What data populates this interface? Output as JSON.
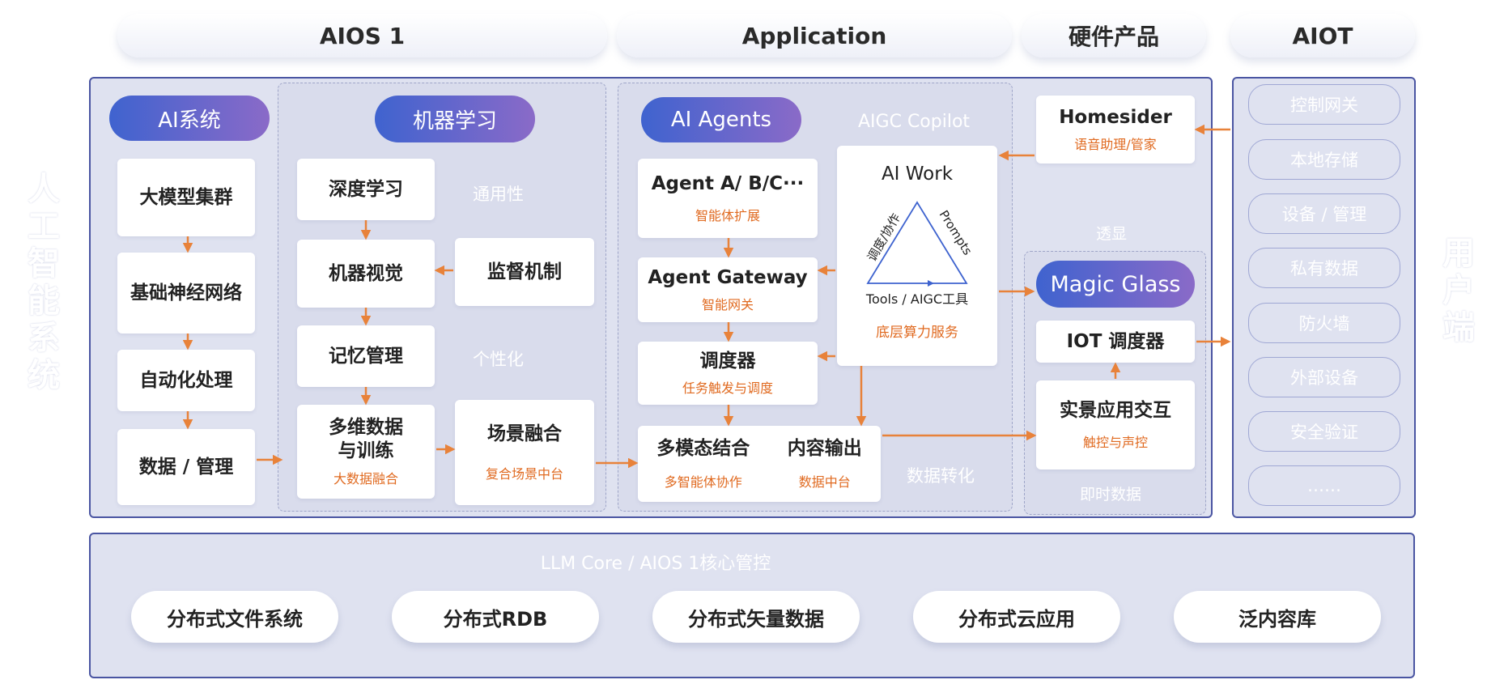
{
  "top": [
    "AIOS 1",
    "Application",
    "硬件产品",
    "AIOT"
  ],
  "side_left": "人工智能系统",
  "side_right": "用户端",
  "ai_system": {
    "title": "AI系统",
    "items": [
      "大模型集群",
      "基础神经网络",
      "自动化处理",
      "数据 / 管理"
    ]
  },
  "ml": {
    "title": "机器学习",
    "items": [
      "深度学习",
      "机器视觉",
      "记忆管理"
    ],
    "multi_title": "多维数据\n与训练",
    "multi_sub": "大数据融合",
    "supervise": "监督机制",
    "scene_title": "场景融合",
    "scene_sub": "复合场景中台",
    "label_general": "通用性",
    "label_personal": "个性化"
  },
  "agents": {
    "title": "AI Agents",
    "copilot": "AIGC Copilot",
    "agent_abc": "Agent A/ B/C···",
    "agent_abc_sub": "智能体扩展",
    "gateway": "Agent Gateway",
    "gateway_sub": "智能网关",
    "scheduler": "调度器",
    "scheduler_sub": "任务触发与调度",
    "multimodal": "多模态结合",
    "multimodal_sub": "多智能体协作",
    "output": "内容输出",
    "output_sub": "数据中台",
    "data_convert": "数据转化",
    "aiwork": {
      "title": "AI Work",
      "left": "调度/协作",
      "right": "Prompts",
      "bottom": "Tools / AIGC工具",
      "service": "底层算力服务"
    }
  },
  "hardware": {
    "homesider": "Homesider",
    "homesider_sub": "语音助理/管家",
    "transparent": "透显",
    "magic_glass": "Magic Glass",
    "iot_scheduler": "IOT 调度器",
    "scene_interact": "实景应用交互",
    "scene_interact_sub": "触控与声控",
    "realtime": "即时数据"
  },
  "aiot_items": [
    "控制网关",
    "本地存储",
    "设备 / 管理",
    "私有数据",
    "防火墙",
    "外部设备",
    "安全验证",
    "……"
  ],
  "core": {
    "title": "LLM Core / AIOS 1核心管控",
    "items": [
      "分布式文件系统",
      "分布式RDB",
      "分布式矢量数据",
      "分布式云应用",
      "泛内容库"
    ]
  },
  "colors": {
    "accent_orange": "#e8823a",
    "panel_border": "#4a55a2",
    "panel_bg": "#dfe2f0"
  }
}
